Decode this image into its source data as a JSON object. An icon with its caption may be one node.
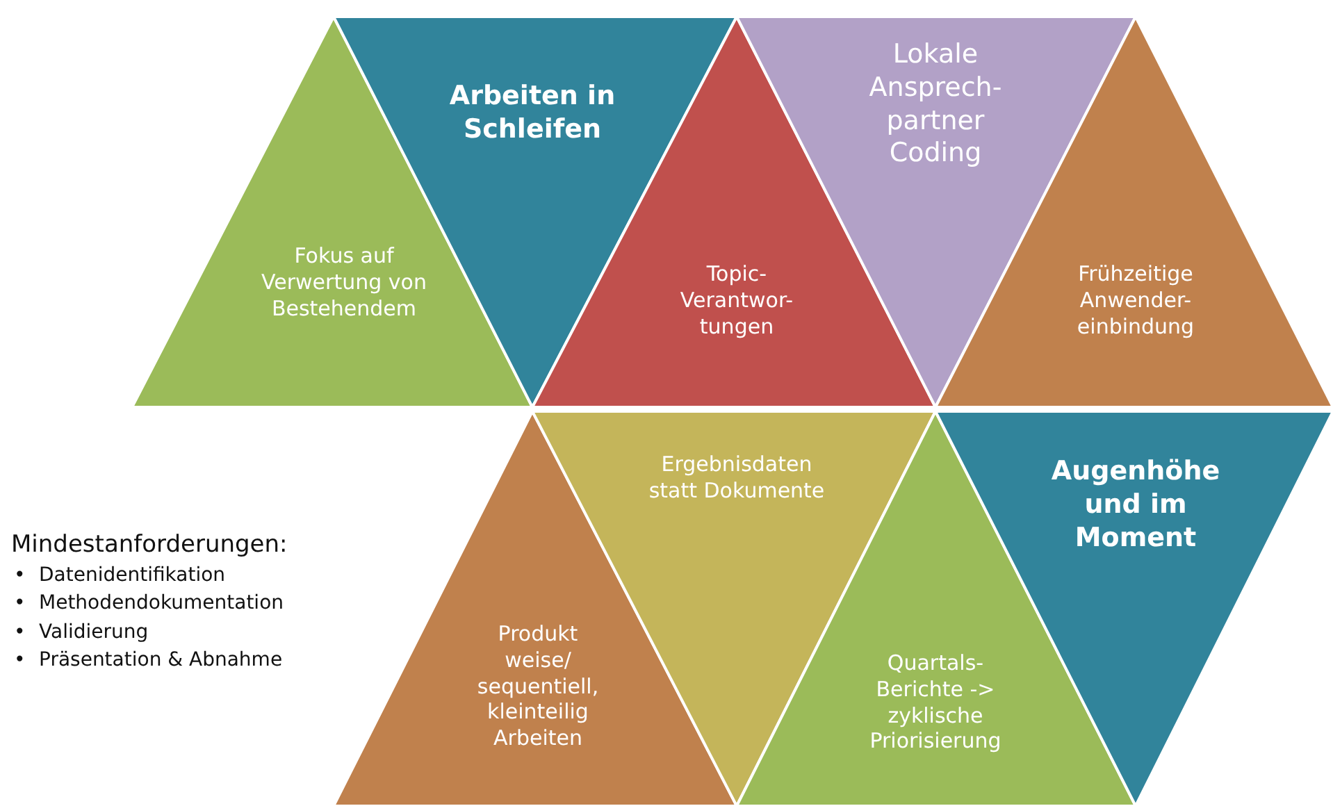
{
  "diagram": {
    "nodes": [
      {
        "text": [
          "Fokus auf Verwertung von Bestehendem"
        ]
      },
      {
        "text": [
          "Arbeiten in Schleifen"
        ]
      },
      {
        "text": [
          "Topic-Verantwor-tungen"
        ]
      },
      {
        "text": [
          "Lokale Ansprech-partner Coding"
        ]
      },
      {
        "text": [
          "Frühzeitige Anwender-einbindung"
        ]
      },
      {
        "text": [
          "Produkt weise/ sequentiell, kleinteilig Arbeiten"
        ]
      },
      {
        "text": [
          "Ergebnisdaten statt Dokumente"
        ]
      },
      {
        "text": [
          "Quartals-Berichte -> zyklische Priorisierung"
        ]
      },
      {
        "text": [
          "Augenhöhe und im Moment"
        ]
      }
    ],
    "edges": [],
    "labels": [
      "Mindestanforderungen:",
      "•",
      "Datenidentifikation",
      "•",
      "Methodendokumentation",
      "•",
      "Validierung",
      "•",
      "Präsentation & Abnahme"
    ]
  }
}
